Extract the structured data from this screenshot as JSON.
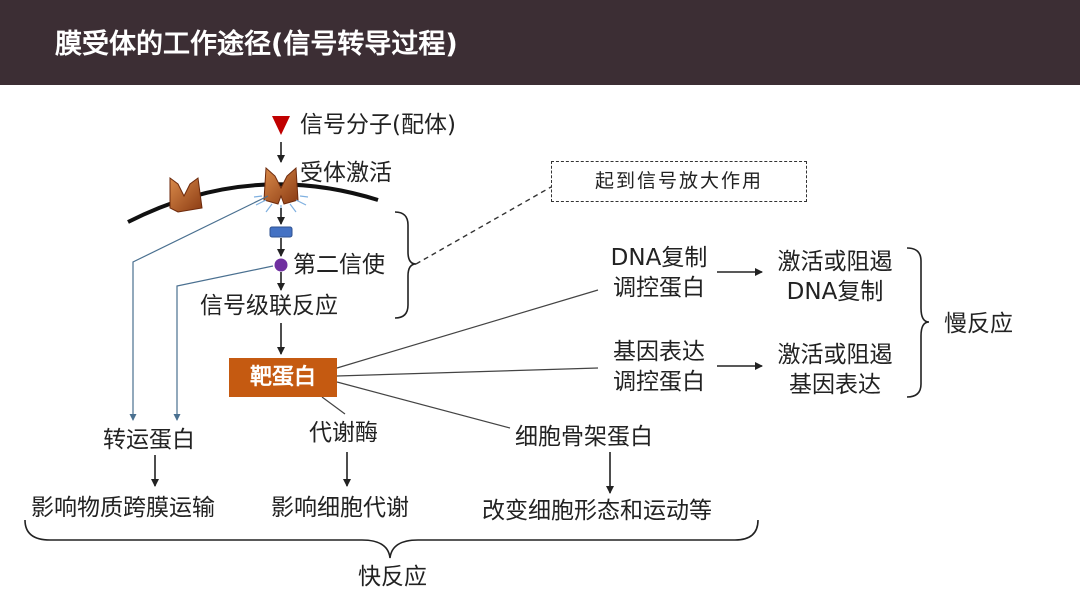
{
  "header": {
    "title": "膜受体的工作途径(信号转导过程)"
  },
  "nodes": {
    "signal_molecule": "信号分子(配体)",
    "receptor_activation": "受体激活",
    "second_messenger": "第二信使",
    "cascade": "信号级联反应",
    "amplify_note": "起到信号放大作用",
    "target_protein": "靶蛋白",
    "transport_protein": "转运蛋白",
    "metabolic_enzyme": "代谢酶",
    "cytoskeleton_protein": "细胞骨架蛋白",
    "effect_transport": "影响物质跨膜运输",
    "effect_metabolism": "影响细胞代谢",
    "effect_morphology": "改变细胞形态和运动等",
    "fast_response": "快反应",
    "dna_reg_1": "DNA复制",
    "dna_reg_2": "调控蛋白",
    "dna_effect_1": "激活或阻遏",
    "dna_effect_2": "DNA复制",
    "gene_reg_1": "基因表达",
    "gene_reg_2": "调控蛋白",
    "gene_effect_1": "激活或阻遏",
    "gene_effect_2": "基因表达",
    "slow_response": "慢反应"
  },
  "colors": {
    "header_bg": "#3c2e34",
    "target_bg": "#c55a11",
    "receptor": "#a0481a",
    "ligand": "#c00000",
    "connector": "#4a7090",
    "second_messenger": "#7030a0",
    "g_protein": "#4472c4"
  }
}
